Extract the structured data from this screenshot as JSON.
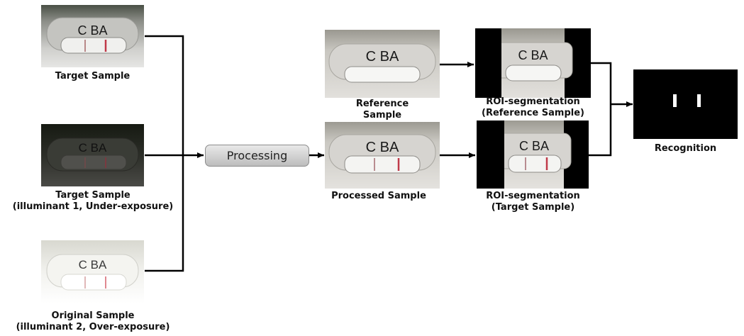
{
  "diagram": {
    "target_sample": {
      "lettering": "C BA",
      "caption": "Target Sample"
    },
    "target_under_exposure": {
      "lettering": "C BA",
      "caption_line1": "Target Sample",
      "caption_line2": "(illuminant 1, Under-exposure)"
    },
    "original_over_exposure": {
      "lettering": "C BA",
      "caption_line1": "Original Sample",
      "caption_line2": "(illuminant 2, Over-exposure)"
    },
    "processing": {
      "label": "Processing"
    },
    "reference_sample": {
      "lettering": "C BA",
      "caption_line1": "Reference",
      "caption_line2": "Sample"
    },
    "processed_sample": {
      "lettering": "C BA",
      "caption": "Processed Sample"
    },
    "roi_reference": {
      "lettering": "C BA",
      "caption_line1": "ROI-segmentation",
      "caption_line2": "(Reference Sample)"
    },
    "roi_target": {
      "lettering": "C BA",
      "caption_line1": "ROI-segmentation",
      "caption_line2": "(Target Sample)"
    },
    "recognition": {
      "caption": "Recognition"
    }
  }
}
